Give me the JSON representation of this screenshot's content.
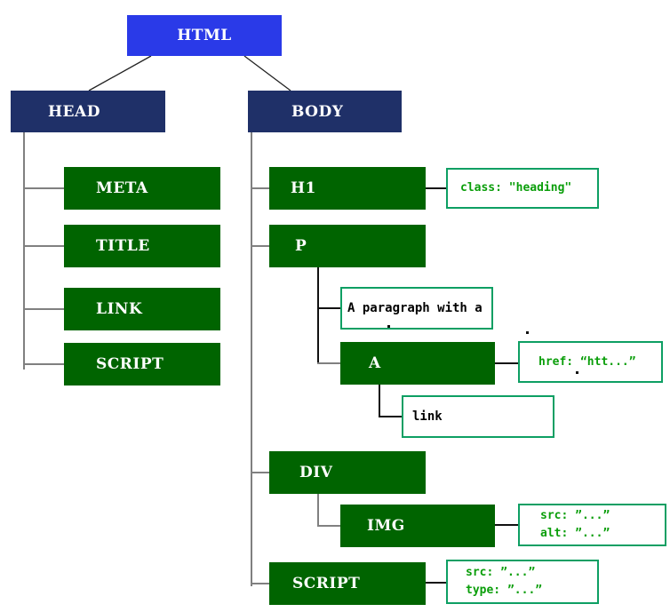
{
  "nodes": {
    "html": "HTML",
    "head": "HEAD",
    "body": "BODY",
    "meta": "META",
    "title": "TITLE",
    "link": "LINK",
    "script_head": "SCRIPT",
    "h1": "H1",
    "p": "P",
    "a": "A",
    "div": "DIV",
    "img": "IMG",
    "script_body": "SCRIPT"
  },
  "text_nodes": {
    "p_text": "A paragraph with a",
    "a_text": "link"
  },
  "annotations": {
    "h1_attr": "class: \"heading\"",
    "a_attr": "href: “htt...”",
    "img_attr_line1": "src: ”...”",
    "img_attr_line2": "alt: ”...”",
    "script_attr_line1": "src: ”...”",
    "script_attr_line2": "type: ”...”"
  },
  "colors": {
    "root_node_bg": "#2a3ae8",
    "section_node_bg": "#1f3068",
    "element_node_bg": "#006400",
    "node_text": "#ffffff",
    "annotation_border": "#0d9f63",
    "annotation_text": "#0a9e0a",
    "text_node_text": "#000000",
    "connector_gray": "#808080",
    "connector_black": "#111111"
  }
}
